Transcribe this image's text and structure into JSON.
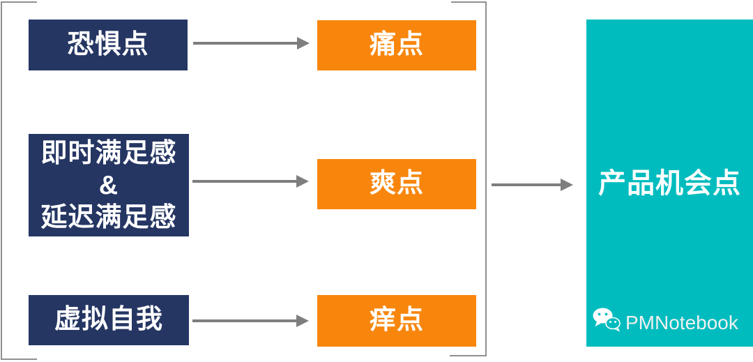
{
  "colors": {
    "navy": "#253663",
    "orange": "#F8860D",
    "teal": "#00BCBE",
    "arrow_gray": "#7E7E7E",
    "frame_gray": "#8F8F8F",
    "watermark_text": "#F0F0F0"
  },
  "flow": {
    "sources": [
      {
        "label": "恐惧点"
      },
      {
        "line1": "即时满足感",
        "line2": "&",
        "line3": "延迟满足感"
      },
      {
        "label": "虚拟自我"
      }
    ],
    "points": [
      {
        "label": "痛点"
      },
      {
        "label": "爽点"
      },
      {
        "label": "痒点"
      }
    ],
    "outcome": {
      "label": "产品机会点"
    }
  },
  "watermark": {
    "brand": "PMNotebook",
    "icon": "wechat"
  }
}
